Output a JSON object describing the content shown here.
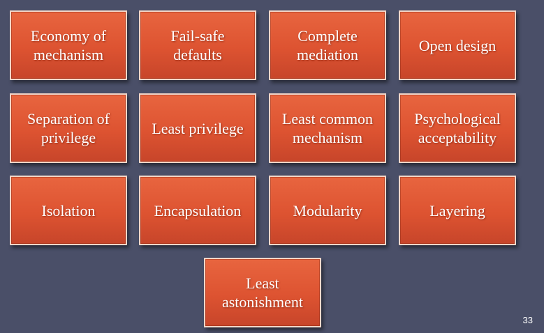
{
  "principles": [
    [
      "Economy of",
      "mechanism"
    ],
    [
      "Fail-safe",
      "defaults"
    ],
    [
      "Complete",
      "mediation"
    ],
    [
      "Open design"
    ],
    [
      "Separation of",
      "privilege"
    ],
    [
      "Least privilege"
    ],
    [
      "Least common",
      "mechanism"
    ],
    [
      "Psychological",
      "acceptability"
    ],
    [
      "Isolation"
    ],
    [
      "Encapsulation"
    ],
    [
      "Modularity"
    ],
    [
      "Layering"
    ],
    [
      "Least",
      "astonishment"
    ]
  ],
  "page_number": "33",
  "colors": {
    "background": "#4a4f68",
    "box_fill": "#dd5331",
    "box_border": "#f3d6c8",
    "text": "#ffffff"
  }
}
